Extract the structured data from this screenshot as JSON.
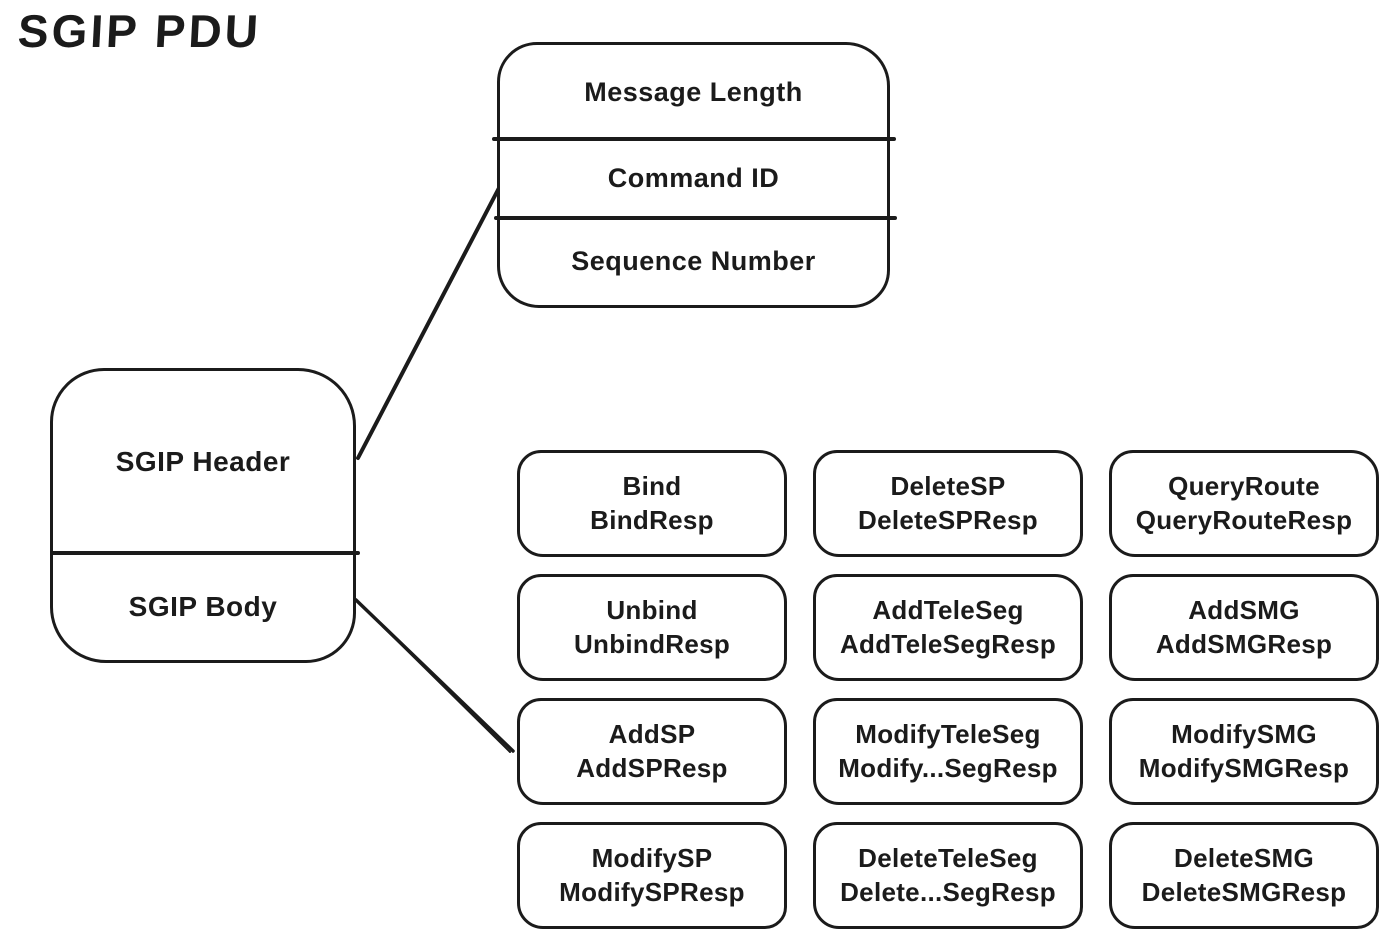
{
  "title": "SGIP PDU",
  "colors": {
    "ink": "#1b1b1b",
    "background": "#ffffff"
  },
  "header_fields_box": {
    "rows": [
      "Message Length",
      "Command ID",
      "Sequence Number"
    ]
  },
  "pdu_box": {
    "rows": [
      "SGIP Header",
      "SGIP Body"
    ]
  },
  "command_grid": {
    "columns": 3,
    "cells": [
      {
        "line1": "Bind",
        "line2": "BindResp"
      },
      {
        "line1": "DeleteSP",
        "line2": "DeleteSPResp"
      },
      {
        "line1": "QueryRoute",
        "line2": "QueryRouteResp"
      },
      {
        "line1": "Unbind",
        "line2": "UnbindResp"
      },
      {
        "line1": "AddTeleSeg",
        "line2": "AddTeleSegResp"
      },
      {
        "line1": "AddSMG",
        "line2": "AddSMGResp"
      },
      {
        "line1": "AddSP",
        "line2": "AddSPResp"
      },
      {
        "line1": "ModifyTeleSeg",
        "line2": "Modify...SegResp"
      },
      {
        "line1": "ModifySMG",
        "line2": "ModifySMGResp"
      },
      {
        "line1": "ModifySP",
        "line2": "ModifySPResp"
      },
      {
        "line1": "DeleteTeleSeg",
        "line2": "Delete...SegResp"
      },
      {
        "line1": "DeleteSMG",
        "line2": "DeleteSMGResp"
      }
    ]
  },
  "connections": [
    {
      "from": "SGIP Header",
      "to": "header fields box"
    },
    {
      "from": "SGIP Body",
      "to": "command grid"
    }
  ]
}
